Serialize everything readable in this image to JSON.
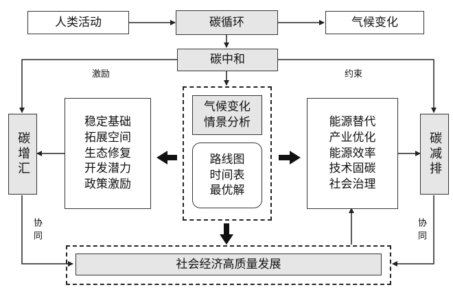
{
  "top": {
    "human_activity": "人类活动",
    "carbon_cycle": "碳循环",
    "climate_change": "气候变化",
    "carbon_neutral": "碳中和"
  },
  "labels": {
    "incentive": "激励",
    "constraint": "约束",
    "synergy_left": "协同",
    "synergy_right": "协同"
  },
  "carbon_sink": "碳增汇",
  "carbon_reduce": "碳减排",
  "left_box": [
    "稳定基础",
    "拓展空间",
    "生态修复",
    "开发潜力",
    "政策激励"
  ],
  "right_box": [
    "能源替代",
    "产业优化",
    "能源效率",
    "技术固碳",
    "社会治理"
  ],
  "center": {
    "scenario": [
      "气候变化",
      "情景分析"
    ],
    "plan": [
      "路线图",
      "时间表",
      "最优解"
    ]
  },
  "bottom": "社会经济高质量发展"
}
